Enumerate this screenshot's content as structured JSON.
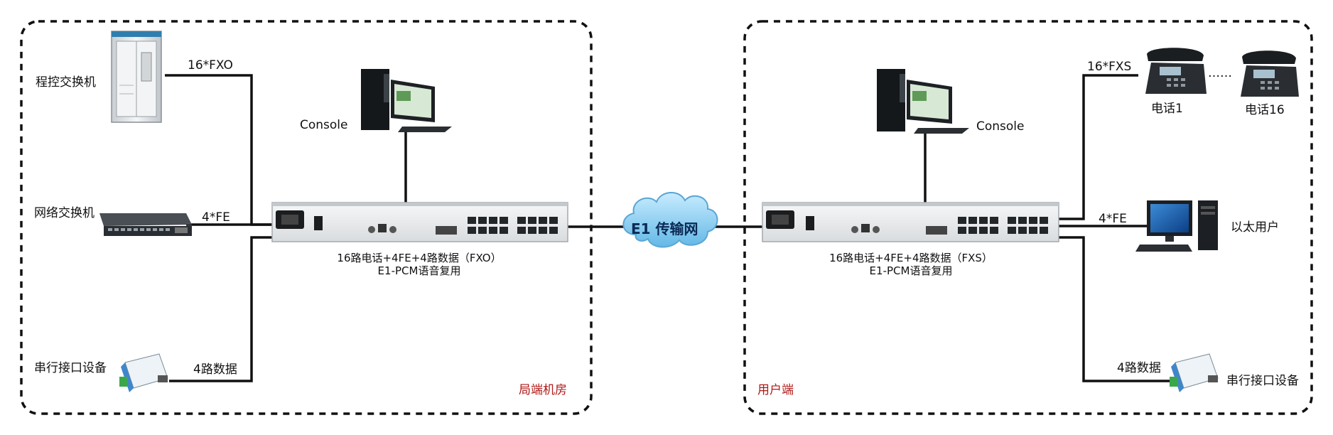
{
  "colors": {
    "link": "#111111",
    "zone_label": "#b01818",
    "cloud": "#8fd0ef",
    "device_body": "#e9ebed"
  },
  "left_zone": {
    "name": "局端机房",
    "devices": {
      "pbx": "程控交换机",
      "switch": "网络交换机",
      "serial": "串行接口设备",
      "console": "Console"
    },
    "links": {
      "fxo": "16*FXO",
      "fe": "4*FE",
      "data": "4路数据"
    },
    "mux_caption": [
      "16路电话+4FE+4路数据（FXO）",
      "E1-PCM语音复用"
    ]
  },
  "network": {
    "label": "E1 传输网"
  },
  "right_zone": {
    "name": "用户端",
    "devices": {
      "phone1": "电话1",
      "phone16": "电话16",
      "ethernet_user": "以太用户",
      "serial": "串行接口设备",
      "console": "Console",
      "ellipsis": "……"
    },
    "links": {
      "fxs": "16*FXS",
      "fe": "4*FE",
      "data": "4路数据"
    },
    "mux_caption": [
      "16路电话+4FE+4路数据（FXS）",
      "E1-PCM语音复用"
    ]
  }
}
